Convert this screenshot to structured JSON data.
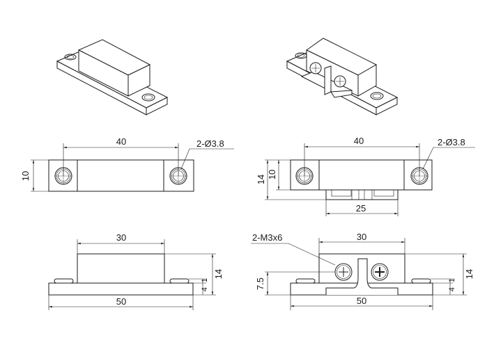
{
  "drawing": {
    "top_left": {
      "dim_spacing": "40",
      "hole_note": "2-Ø3.8",
      "dim_height": "10"
    },
    "top_right": {
      "dim_spacing": "40",
      "hole_note": "2-Ø3.8",
      "dim_total_height": "14",
      "dim_height": "10",
      "dim_bracket_width": "25"
    },
    "front_left": {
      "dim_block_width": "30",
      "dim_base_width": "50",
      "dim_total_height": "14",
      "dim_pad": "1",
      "dim_base": "4"
    },
    "front_right": {
      "screw_note": "2-M3x6",
      "dim_block_width": "30",
      "dim_base_width": "50",
      "dim_total_height": "14",
      "dim_pad": "1",
      "dim_base": "4",
      "dim_screw_height": "7.5"
    }
  }
}
